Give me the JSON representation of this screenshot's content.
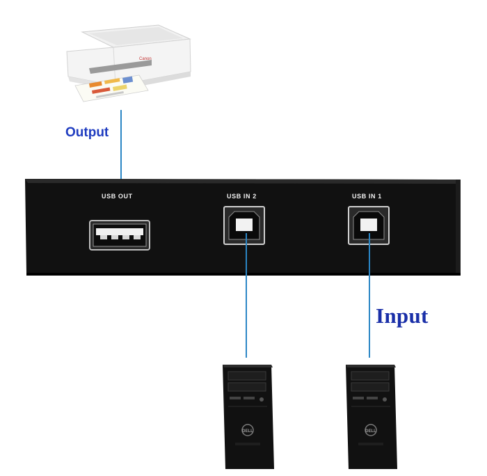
{
  "labels": {
    "output": "Output",
    "input": "Input"
  },
  "switch_box": {
    "ports": [
      {
        "label": "USB OUT"
      },
      {
        "label": "USB IN 2"
      },
      {
        "label": "USB IN 1"
      }
    ]
  },
  "printer": {
    "brand": "Canon"
  },
  "computers": [
    {
      "brand": "DELL"
    },
    {
      "brand": "DELL"
    }
  ],
  "colors": {
    "cable": "#2b86c5",
    "label_text": "#1f3cc0",
    "box_body": "#111111"
  }
}
